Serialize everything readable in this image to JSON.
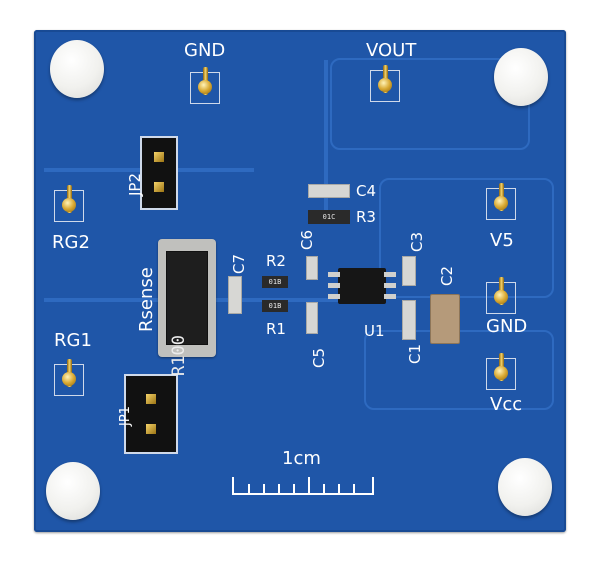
{
  "labels": {
    "gnd_top": "GND",
    "vout": "VOUT",
    "jp2": "JP2",
    "rg2": "RG2",
    "rsense": "Rsense",
    "rsense_value": "R100",
    "c7": "C7",
    "r2": "R2",
    "r1": "R1",
    "c6": "C6",
    "c5": "C5",
    "c4": "C4",
    "r3": "R3",
    "c3": "C3",
    "c2": "C2",
    "c1": "C1",
    "u1": "U1",
    "v5": "V5",
    "gnd_right": "GND",
    "vcc": "Vcc",
    "rg1": "RG1",
    "jp1": "JP1",
    "scale": "1cm"
  },
  "colors": {
    "board": "#1f56a8",
    "silkscreen": "#ffffff",
    "gold_pin": "#d9a932"
  }
}
